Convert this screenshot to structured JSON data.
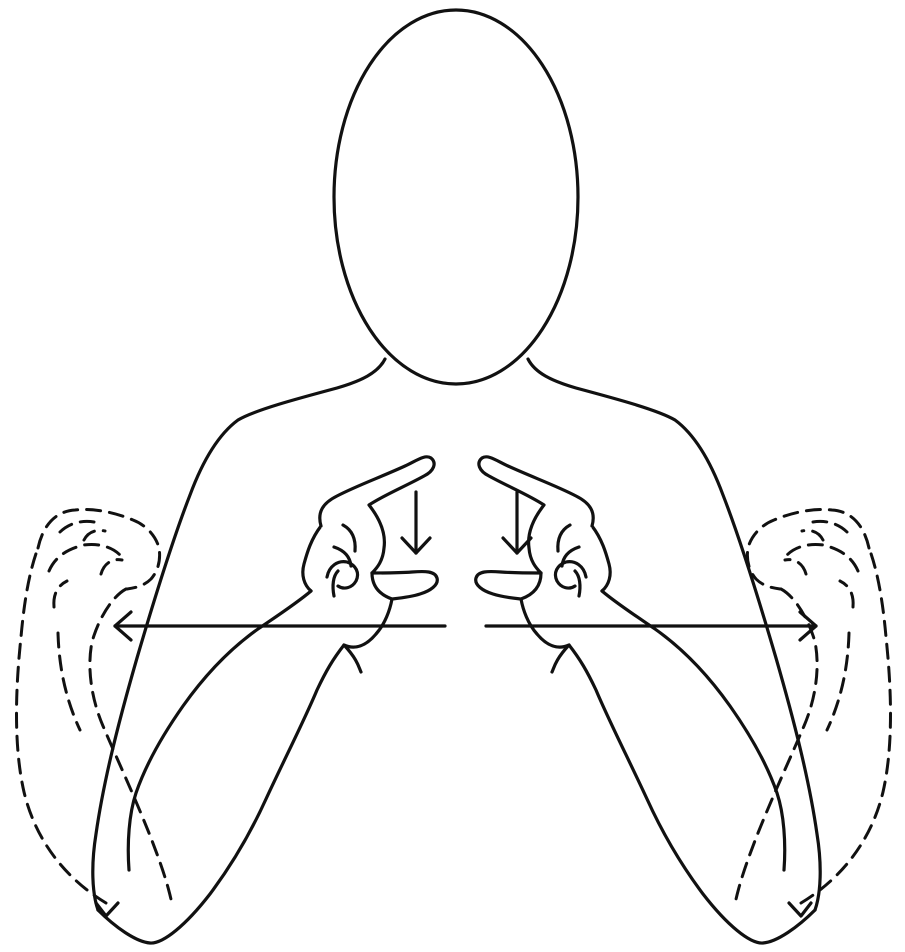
{
  "figure": {
    "subject": "sign-language-illustration",
    "stroke_color": "#111111",
    "background_color": "#ffffff",
    "movement": {
      "hands": "move-outward-and-downward",
      "repeated_tap": "thumb-and-index-close"
    },
    "icons": {
      "left_outward_arrow": "arrow-left-icon",
      "right_outward_arrow": "arrow-right-icon",
      "left_tap_arrow": "arrow-down-icon",
      "right_tap_arrow": "arrow-down-icon"
    }
  }
}
